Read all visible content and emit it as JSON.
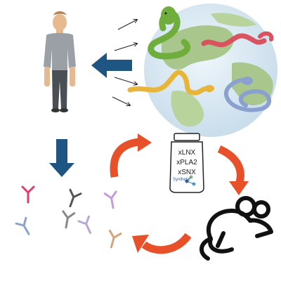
{
  "vial": {
    "labels": [
      "xLNX",
      "xPLA2",
      "xSNX"
    ],
    "footnote": "Synthetic"
  },
  "colors": {
    "blue_arrow": "#1f5582",
    "orange_arrow": "#e8502a",
    "globe_land": "#a9c68c",
    "globe_ocean": "#d6e8f4",
    "snake_green": "#6fae3c",
    "snake_red": "#d9535f",
    "snake_yellow": "#e7b53a",
    "snake_blue": "#8aa0cf",
    "antibody_colors": [
      "#e33b6d",
      "#555555",
      "#c99ad9",
      "#8aa4cf",
      "#888888",
      "#b7a6d8",
      "#d6a27a"
    ]
  },
  "icons": [
    "person-icon",
    "globe-icon",
    "snake-icon",
    "vial-icon",
    "mouse-icon",
    "antibody-icon"
  ]
}
